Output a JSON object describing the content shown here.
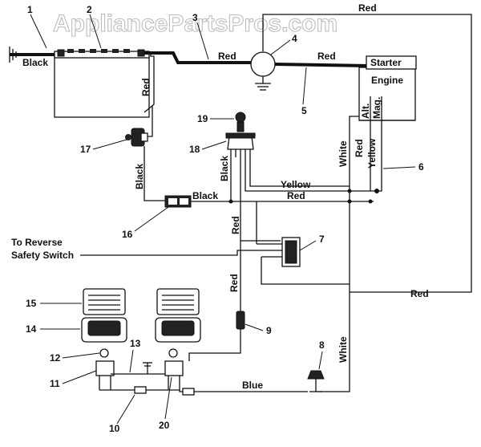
{
  "watermark": "AppliancePartsPros.com",
  "wire_labels": {
    "red_top_right": "Red",
    "black_battery": "Black",
    "red_cable_3": "Red",
    "red_cable_5": "Red",
    "red_battery_riser": "Red",
    "black_17": "Black",
    "black_18": "Black",
    "black_16": "Black",
    "yellow_mid": "Yellow",
    "red_mid": "Red",
    "red_down": "Red",
    "red_to_9": "Red",
    "white_vertical": "White",
    "red_vertical": "Red",
    "yellow_vertical": "Yellow",
    "red_lower_right": "Red",
    "white_lower": "White",
    "blue": "Blue"
  },
  "engine": {
    "starter": "Starter",
    "engine": "Engine",
    "alt": "Alt.",
    "mag": "Mag."
  },
  "reverse_switch_label": [
    "To Reverse",
    "Safety Switch"
  ],
  "callouts": [
    "1",
    "2",
    "3",
    "4",
    "5",
    "6",
    "7",
    "8",
    "9",
    "10",
    "11",
    "12",
    "13",
    "14",
    "15",
    "16",
    "17",
    "18",
    "19",
    "20"
  ],
  "connector_16_text": "▯▯▯ ▯▯▯"
}
